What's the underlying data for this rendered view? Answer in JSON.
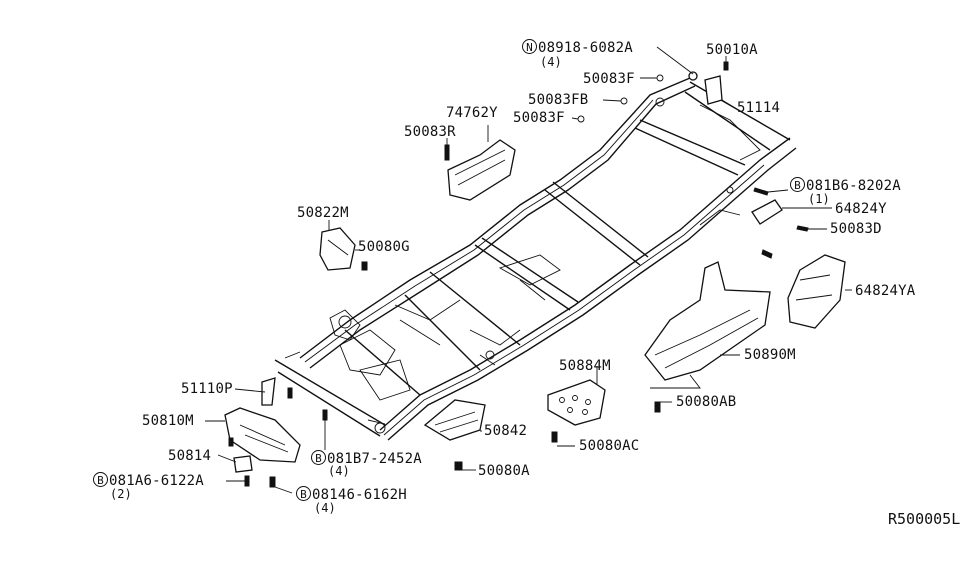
{
  "diagram_ref": "R500005L",
  "labels": [
    {
      "key": "l01",
      "text": "08918-6082A",
      "badge": "N"
    },
    {
      "key": "l02",
      "text": "(4)"
    },
    {
      "key": "l03",
      "text": "50010A"
    },
    {
      "key": "l04",
      "text": "50083F"
    },
    {
      "key": "l05",
      "text": "50083FB"
    },
    {
      "key": "l06",
      "text": "50083F"
    },
    {
      "key": "l07",
      "text": "51114"
    },
    {
      "key": "l08",
      "text": "74762Y"
    },
    {
      "key": "l09",
      "text": "50083R"
    },
    {
      "key": "l10",
      "text": "081B6-8202A",
      "badge": "B"
    },
    {
      "key": "l11",
      "text": "(1)"
    },
    {
      "key": "l12",
      "text": "64824Y"
    },
    {
      "key": "l13",
      "text": "50083D"
    },
    {
      "key": "l14",
      "text": "50822M"
    },
    {
      "key": "l15",
      "text": "50080G"
    },
    {
      "key": "l16",
      "text": "64824YA"
    },
    {
      "key": "l17",
      "text": "50884M"
    },
    {
      "key": "l18",
      "text": "50890M"
    },
    {
      "key": "l19",
      "text": "51110P"
    },
    {
      "key": "l20",
      "text": "50080AB"
    },
    {
      "key": "l21",
      "text": "50810M"
    },
    {
      "key": "l22",
      "text": "50842"
    },
    {
      "key": "l23",
      "text": "50080AC"
    },
    {
      "key": "l24",
      "text": "50814"
    },
    {
      "key": "l25",
      "text": "081B7-2452A",
      "badge": "B"
    },
    {
      "key": "l26",
      "text": "(4)"
    },
    {
      "key": "l27",
      "text": "50080A"
    },
    {
      "key": "l28",
      "text": "081A6-6122A",
      "badge": "B"
    },
    {
      "key": "l29",
      "text": "(2)"
    },
    {
      "key": "l30",
      "text": "08146-6162H",
      "badge": "B"
    },
    {
      "key": "l31",
      "text": "(4)"
    }
  ]
}
